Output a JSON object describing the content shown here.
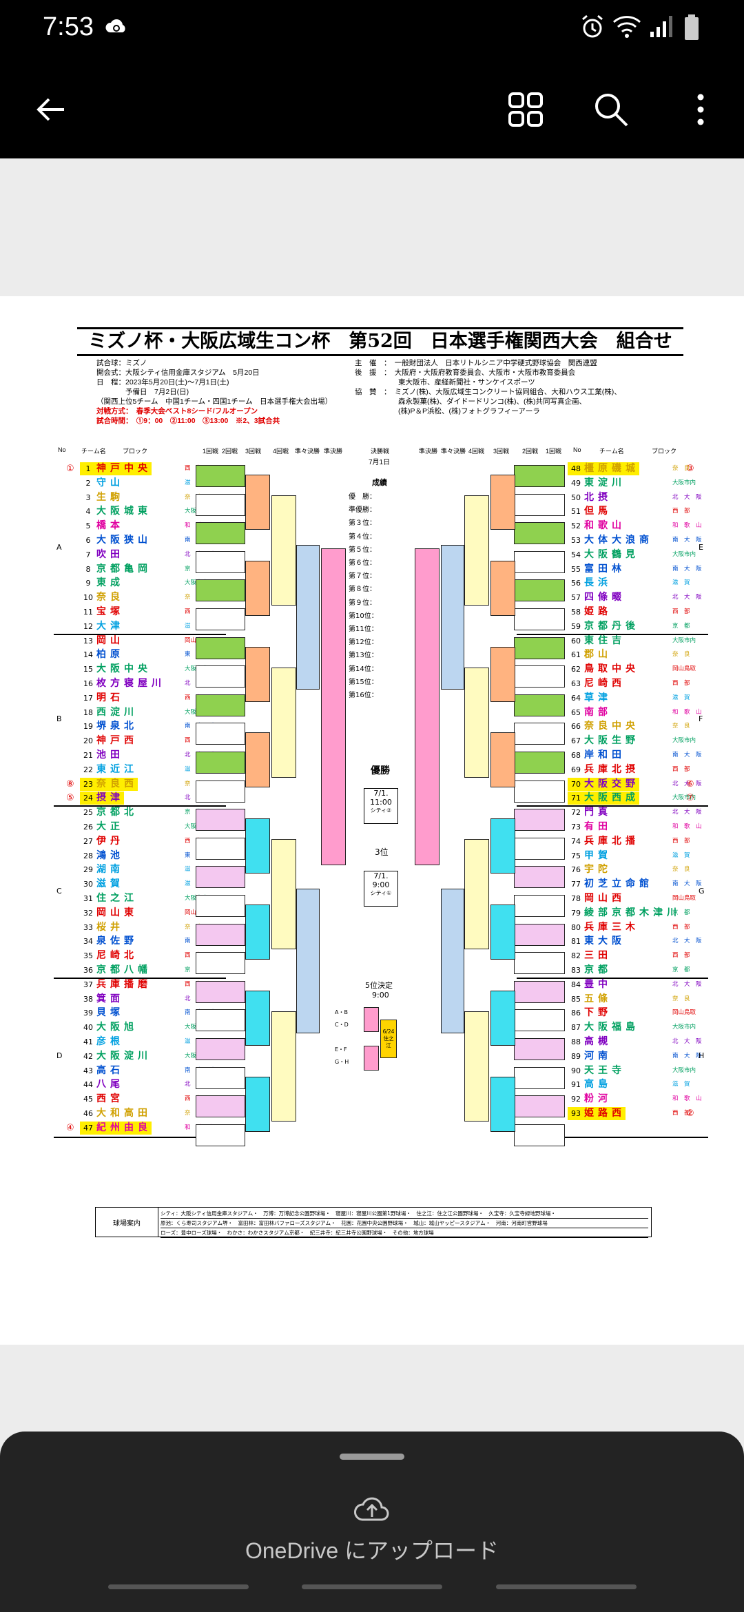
{
  "status": {
    "time": "7:53"
  },
  "appbar": {
    "back": "back-arrow",
    "grid": "apps-grid",
    "search": "search",
    "more": "more-vertical"
  },
  "doc": {
    "title": "ミズノ杯・大阪広域生コン杯　第52回　日本選手権関西大会　組合せ",
    "info_left": [
      "試合球：ミズノ",
      "開会式：大阪シティ信用金庫スタジアム　5月20日",
      "日　程：2023年5月20日(土)〜7月1日(土)",
      "　　　　予備日　7月2日(日)",
      "（関西上位5チーム　中国1チーム・四国1チーム　日本選手権大会出場）"
    ],
    "info_red": [
      "対戦方式：　春季大会ベスト8シード/フルオープン",
      "試合時間：　①9：00　②11:00　③13:00　※2、3試合共"
    ],
    "info_right": [
      "主　催　：　一般財団法人　日本リトルシニア中学硬式野球協会　関西連盟",
      "後　援　：　大阪府・大阪府教育委員会、大阪市・大阪市教育委員会",
      "　　　　　　東大阪市、産経新聞社・サンケイスポーツ",
      "協　賛　：　ミズノ(株)、大阪広域生コンクリート協同組合、大和ハウス工業(株)、",
      "　　　　　　森永製菓(株)、ダイドードリンコ(株)、(株)共同写真企画、",
      "　　　　　　(株)P＆P浜松、(株)フォトグラフィーアーラ"
    ],
    "round_headers_left": [
      "No",
      "チーム名",
      "ブロック",
      "1回戦",
      "2回戦",
      "3回戦",
      "4回戦",
      "準々決勝",
      "準決勝"
    ],
    "round_headers_right": [
      "準決勝",
      "準々決勝",
      "4回戦",
      "3回戦",
      "2回戦",
      "1回戦",
      "No",
      "チーム名",
      "ブロック"
    ],
    "final_header": "決勝戦",
    "final_date": "7月1日",
    "results_title": "成績",
    "results": [
      "優　勝：",
      "準優勝：",
      "第３位：",
      "第４位：",
      "第５位：",
      "第６位：",
      "第７位：",
      "第８位：",
      "第９位：",
      "第10位：",
      "第11位：",
      "第12位：",
      "第13位：",
      "第14位：",
      "第15位：",
      "第16位："
    ],
    "champion": {
      "label": "優勝",
      "date": "7/1.",
      "time": "11:00",
      "venue": "シティ②"
    },
    "third": {
      "label": "3位",
      "date": "7/1.",
      "time": "9:00",
      "venue": "シティ①"
    },
    "fifth": {
      "label": "5位決定",
      "time": "9:00",
      "pairs": [
        "A・B",
        "C・D",
        "E・F",
        "G・H"
      ],
      "box": "6/24 住之江"
    },
    "blocks_left": [
      "A",
      "B",
      "C",
      "D"
    ],
    "blocks_right": [
      "E",
      "F",
      "G",
      "H"
    ],
    "teams_left": [
      {
        "no": "1",
        "name": "神戸中央",
        "block": "西　部",
        "color": "#e00000",
        "hl": true,
        "seed": "①"
      },
      {
        "no": "2",
        "name": "守山",
        "block": "滋　賀",
        "color": "#00a0e0"
      },
      {
        "no": "3",
        "name": "生駒",
        "block": "奈　良",
        "color": "#d0a000"
      },
      {
        "no": "4",
        "name": "大阪城東",
        "block": "大阪市内",
        "color": "#00a060"
      },
      {
        "no": "5",
        "name": "橋本",
        "block": "和　歌　山",
        "color": "#e000a0"
      },
      {
        "no": "6",
        "name": "大阪狭山",
        "block": "南　大　阪",
        "color": "#0050d0"
      },
      {
        "no": "7",
        "name": "吹田",
        "block": "北　大　阪",
        "color": "#8000c0"
      },
      {
        "no": "8",
        "name": "京都亀岡",
        "block": "京　都",
        "color": "#00a060"
      },
      {
        "no": "9",
        "name": "東成",
        "block": "大阪市内",
        "color": "#00a060"
      },
      {
        "no": "10",
        "name": "奈良",
        "block": "奈　良",
        "color": "#d0a000"
      },
      {
        "no": "11",
        "name": "宝塚",
        "block": "西　部",
        "color": "#e00000"
      },
      {
        "no": "12",
        "name": "大津",
        "block": "滋　賀",
        "color": "#00a0e0"
      },
      {
        "no": "13",
        "name": "岡山",
        "block": "岡山鳥取",
        "color": "#e00000"
      },
      {
        "no": "14",
        "name": "柏原",
        "block": "東　大　阪",
        "color": "#0050d0"
      },
      {
        "no": "15",
        "name": "大阪中央",
        "block": "大阪市内",
        "color": "#00a060"
      },
      {
        "no": "16",
        "name": "枚方寝屋川",
        "block": "北　大　阪",
        "color": "#8000c0"
      },
      {
        "no": "17",
        "name": "明石",
        "block": "西　部",
        "color": "#e00000"
      },
      {
        "no": "18",
        "name": "西淀川",
        "block": "大阪市内",
        "color": "#00a060"
      },
      {
        "no": "19",
        "name": "堺泉北",
        "block": "南　大　阪",
        "color": "#0050d0"
      },
      {
        "no": "20",
        "name": "神戸西",
        "block": "西　部",
        "color": "#e00000"
      },
      {
        "no": "21",
        "name": "池田",
        "block": "北　大　阪",
        "color": "#8000c0"
      },
      {
        "no": "22",
        "name": "東近江",
        "block": "滋　賀",
        "color": "#00a0e0"
      },
      {
        "no": "23",
        "name": "奈良西",
        "block": "奈　良",
        "color": "#d0a000",
        "hl": true,
        "seed": "⑧"
      },
      {
        "no": "24",
        "name": "摂津",
        "block": "北　大　阪",
        "color": "#8000c0",
        "hl": true,
        "seed": "⑤"
      },
      {
        "no": "25",
        "name": "京都北",
        "block": "京　都",
        "color": "#00a060"
      },
      {
        "no": "26",
        "name": "大正",
        "block": "大阪市内",
        "color": "#00a060"
      },
      {
        "no": "27",
        "name": "伊丹",
        "block": "西　部",
        "color": "#e00000"
      },
      {
        "no": "28",
        "name": "鴻池",
        "block": "東　大　阪",
        "color": "#0050d0"
      },
      {
        "no": "29",
        "name": "湖南",
        "block": "滋　賀",
        "color": "#00a0e0"
      },
      {
        "no": "30",
        "name": "滋賀",
        "block": "滋　賀",
        "color": "#00a0e0"
      },
      {
        "no": "31",
        "name": "住之江",
        "block": "大阪市内",
        "color": "#00a060"
      },
      {
        "no": "32",
        "name": "岡山東",
        "block": "岡山鳥取",
        "color": "#e00000"
      },
      {
        "no": "33",
        "name": "桜井",
        "block": "奈　良",
        "color": "#d0a000"
      },
      {
        "no": "34",
        "name": "泉佐野",
        "block": "南　大　阪",
        "color": "#0050d0"
      },
      {
        "no": "35",
        "name": "尼崎北",
        "block": "西　部",
        "color": "#e00000"
      },
      {
        "no": "36",
        "name": "京都八幡",
        "block": "京　都",
        "color": "#00a060"
      },
      {
        "no": "37",
        "name": "兵庫播磨",
        "block": "西　部",
        "color": "#e00000"
      },
      {
        "no": "38",
        "name": "箕面",
        "block": "北　大　阪",
        "color": "#8000c0"
      },
      {
        "no": "39",
        "name": "貝塚",
        "block": "南　大　阪",
        "color": "#0050d0"
      },
      {
        "no": "40",
        "name": "大阪旭",
        "block": "大阪市内",
        "color": "#00a060"
      },
      {
        "no": "41",
        "name": "彦根",
        "block": "滋　賀",
        "color": "#00a0e0"
      },
      {
        "no": "42",
        "name": "大阪淀川",
        "block": "大阪市内",
        "color": "#00a060"
      },
      {
        "no": "43",
        "name": "高石",
        "block": "南　大　阪",
        "color": "#0050d0"
      },
      {
        "no": "44",
        "name": "八尾",
        "block": "北　大　阪",
        "color": "#8000c0"
      },
      {
        "no": "45",
        "name": "西宮",
        "block": "西　部",
        "color": "#e00000"
      },
      {
        "no": "46",
        "name": "大和高田",
        "block": "奈　良",
        "color": "#d0a000"
      },
      {
        "no": "47",
        "name": "紀州由良",
        "block": "和　歌　山",
        "color": "#e000a0",
        "hl": true,
        "seed": "④"
      }
    ],
    "teams_right": [
      {
        "no": "48",
        "name": "橿原磯城",
        "block": "奈　良",
        "color": "#d0a000",
        "hl": true,
        "seed": "③"
      },
      {
        "no": "49",
        "name": "東淀川",
        "block": "大阪市内",
        "color": "#00a060"
      },
      {
        "no": "50",
        "name": "北摂",
        "block": "北　大　阪",
        "color": "#8000c0"
      },
      {
        "no": "51",
        "name": "但馬",
        "block": "西　部",
        "color": "#e00000"
      },
      {
        "no": "52",
        "name": "和歌山",
        "block": "和　歌　山",
        "color": "#e000a0"
      },
      {
        "no": "53",
        "name": "大体大浪商",
        "block": "南　大　阪",
        "color": "#0050d0"
      },
      {
        "no": "54",
        "name": "大阪鶴見",
        "block": "大阪市内",
        "color": "#00a060"
      },
      {
        "no": "55",
        "name": "富田林",
        "block": "南　大　阪",
        "color": "#0050d0"
      },
      {
        "no": "56",
        "name": "長浜",
        "block": "滋　賀",
        "color": "#00a0e0"
      },
      {
        "no": "57",
        "name": "四條畷",
        "block": "北　大　阪",
        "color": "#8000c0"
      },
      {
        "no": "58",
        "name": "姫路",
        "block": "西　部",
        "color": "#e00000"
      },
      {
        "no": "59",
        "name": "京都丹後",
        "block": "京　都",
        "color": "#00a060"
      },
      {
        "no": "60",
        "name": "東住吉",
        "block": "大阪市内",
        "color": "#00a060"
      },
      {
        "no": "61",
        "name": "郡山",
        "block": "奈　良",
        "color": "#d0a000"
      },
      {
        "no": "62",
        "name": "鳥取中央",
        "block": "岡山鳥取",
        "color": "#e00000"
      },
      {
        "no": "63",
        "name": "尼崎西",
        "block": "西　部",
        "color": "#e00000"
      },
      {
        "no": "64",
        "name": "草津",
        "block": "滋　賀",
        "color": "#00a0e0"
      },
      {
        "no": "65",
        "name": "南部",
        "block": "和　歌　山",
        "color": "#e000a0"
      },
      {
        "no": "66",
        "name": "奈良中央",
        "block": "奈　良",
        "color": "#d0a000"
      },
      {
        "no": "67",
        "name": "大阪生野",
        "block": "大阪市内",
        "color": "#00a060"
      },
      {
        "no": "68",
        "name": "岸和田",
        "block": "南　大　阪",
        "color": "#0050d0"
      },
      {
        "no": "69",
        "name": "兵庫北摂",
        "block": "西　部",
        "color": "#e00000"
      },
      {
        "no": "70",
        "name": "大阪交野",
        "block": "北　大　阪",
        "color": "#8000c0",
        "hl": true,
        "seed": "⑥"
      },
      {
        "no": "71",
        "name": "大阪西成",
        "block": "大阪市内",
        "color": "#00a060",
        "hl": true,
        "seed": "⑦"
      },
      {
        "no": "72",
        "name": "門真",
        "block": "北　大　阪",
        "color": "#8000c0"
      },
      {
        "no": "73",
        "name": "有田",
        "block": "和　歌　山",
        "color": "#e000a0"
      },
      {
        "no": "74",
        "name": "兵庫北播",
        "block": "西　部",
        "color": "#e00000"
      },
      {
        "no": "75",
        "name": "甲賀",
        "block": "滋　賀",
        "color": "#00a0e0"
      },
      {
        "no": "76",
        "name": "宇陀",
        "block": "奈　良",
        "color": "#d0a000"
      },
      {
        "no": "77",
        "name": "初芝立命館",
        "block": "南　大　阪",
        "color": "#0050d0"
      },
      {
        "no": "78",
        "name": "岡山西",
        "block": "岡山鳥取",
        "color": "#e00000"
      },
      {
        "no": "79",
        "name": "綾部京都木津川",
        "block": "京　都",
        "color": "#00a060"
      },
      {
        "no": "80",
        "name": "兵庫三木",
        "block": "西　部",
        "color": "#e00000"
      },
      {
        "no": "81",
        "name": "東大阪",
        "block": "北　大　阪",
        "color": "#0050d0"
      },
      {
        "no": "82",
        "name": "三田",
        "block": "西　部",
        "color": "#e00000"
      },
      {
        "no": "83",
        "name": "京都",
        "block": "京　都",
        "color": "#00a060"
      },
      {
        "no": "84",
        "name": "豊中",
        "block": "北　大　阪",
        "color": "#8000c0"
      },
      {
        "no": "85",
        "name": "五條",
        "block": "奈　良",
        "color": "#d0a000"
      },
      {
        "no": "86",
        "name": "下野",
        "block": "岡山鳥取",
        "color": "#e00000"
      },
      {
        "no": "87",
        "name": "大阪福島",
        "block": "大阪市内",
        "color": "#00a060"
      },
      {
        "no": "88",
        "name": "高槻",
        "block": "北　大　阪",
        "color": "#8000c0"
      },
      {
        "no": "89",
        "name": "河南",
        "block": "南　大　阪",
        "color": "#0050d0"
      },
      {
        "no": "90",
        "name": "天王寺",
        "block": "大阪市内",
        "color": "#00a060"
      },
      {
        "no": "91",
        "name": "高島",
        "block": "滋　賀",
        "color": "#00a0e0"
      },
      {
        "no": "92",
        "name": "粉河",
        "block": "和　歌　山",
        "color": "#e000a0"
      },
      {
        "no": "93",
        "name": "姫路西",
        "block": "西　部",
        "color": "#e00000",
        "hl": true,
        "seed": "②"
      }
    ],
    "venue_label": "球場案内",
    "venue_rows": [
      "シティ：大阪シティ信用金庫スタジアム・　万博：万博記念公園野球場・　寝屋川：寝屋川公園第1野球場・　住之江：住之江公園野球場・　久宝寺：久宝寺緑地野球場・",
      "原池：くら寿司スタジアム堺・　富田林：富田林バファローズスタジアム・　花園：花園中央公園野球場・　城山：城山ヤッピースタジアム・　河南：河南町営野球場",
      "ローズ：豊中ローズ球場・　わかさ：わかさスタジアム京都・　紀三井寺：紀三井寺公園野球場・　その他：地方球場"
    ]
  },
  "bottom_sheet": {
    "upload_label": "OneDrive にアップロード"
  }
}
